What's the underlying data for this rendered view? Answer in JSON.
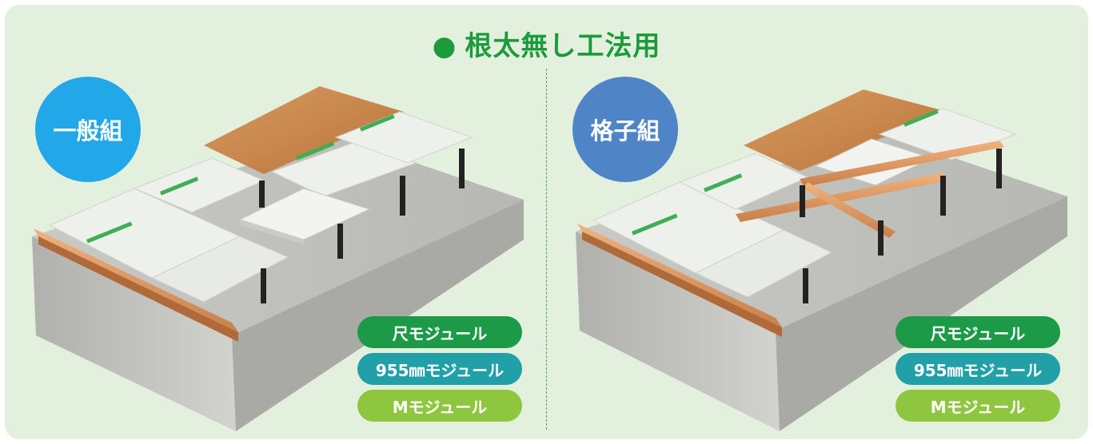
{
  "title": "根太無し工法用",
  "title_bullet": "●",
  "colors": {
    "background": "#e3f0dd",
    "title_green": "#1c9a3c",
    "circle_general": "#22a8e8",
    "circle_lattice": "#4f85c6",
    "module_shaku": "#1d9a48",
    "module_955": "#22a0a8",
    "module_m": "#8fc640"
  },
  "panels": [
    {
      "label": "一般組",
      "modules": [
        "尺モジュール",
        "955㎜モジュール",
        "Mモジュール"
      ]
    },
    {
      "label": "格子組",
      "modules": [
        "尺モジュール",
        "955㎜モジュール",
        "Mモジュール"
      ]
    }
  ]
}
